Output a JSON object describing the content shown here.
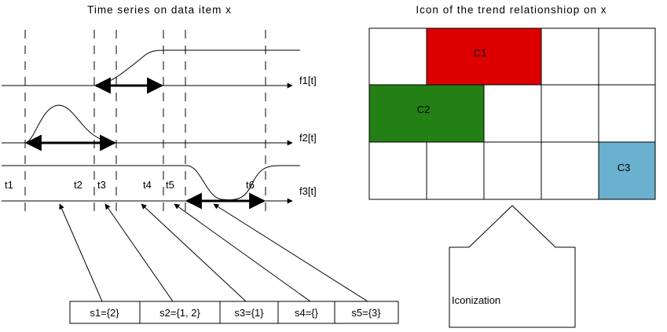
{
  "left_title": "Time series on data item x",
  "right_title": "Icon of the trend relationshiop on x",
  "functions": [
    "f1[t]",
    "f2[t]",
    "f3[t]"
  ],
  "time_labels": [
    "t1",
    "t2",
    "t3",
    "t4",
    "t5",
    "t6"
  ],
  "sets": [
    "s1={2}",
    "s2={1, 2}",
    "s3={1}",
    "s4={}",
    "s5={3}"
  ],
  "clusters": [
    {
      "label": "C1",
      "color": "#dd0000"
    },
    {
      "label": "C2",
      "color": "#238014"
    },
    {
      "label": "C3",
      "color": "#6ab0cf"
    }
  ],
  "iconization_label": "Iconization"
}
